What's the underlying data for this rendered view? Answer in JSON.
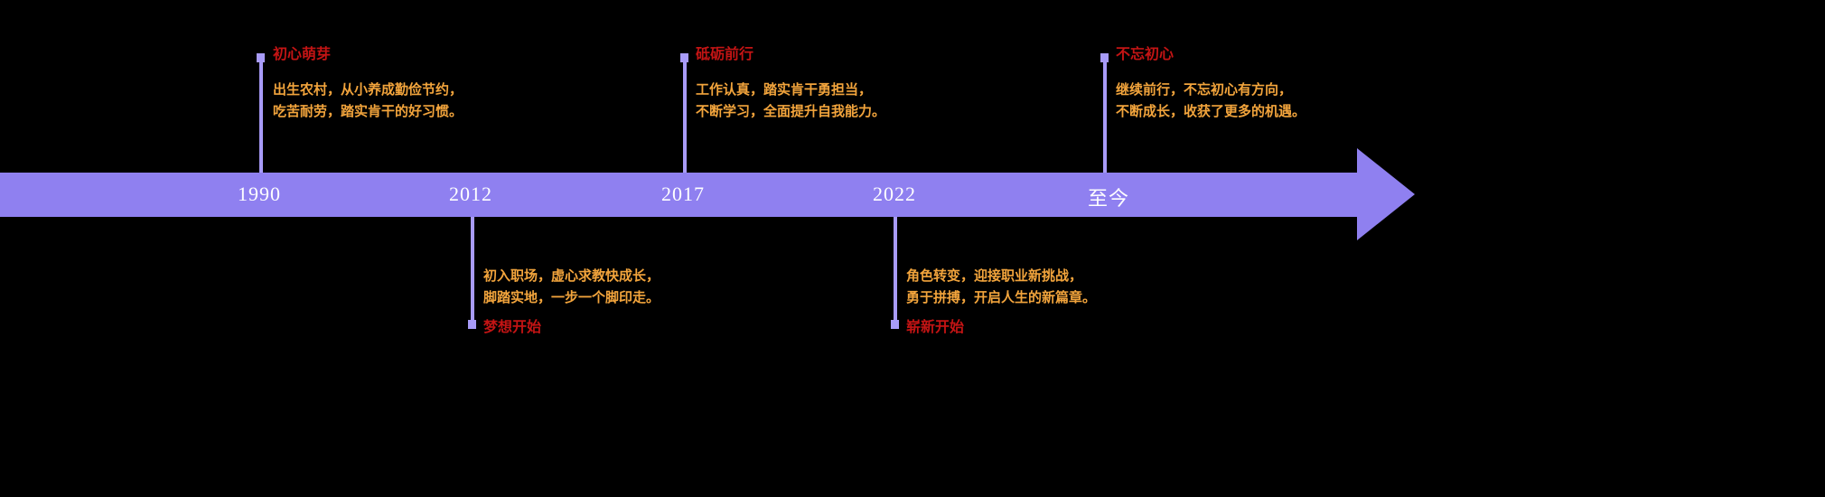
{
  "colors": {
    "background": "#000000",
    "arrow": "#8f80f0",
    "tick": "#a89bf8",
    "title": "#c31414",
    "body": "#f2a43c",
    "year_text": "#ffffff"
  },
  "timeline": {
    "years": [
      "1990",
      "2012",
      "2017",
      "2022",
      "至今"
    ],
    "events": [
      {
        "year": "1990",
        "side": "above",
        "title": "初心萌芽",
        "line1": "出生农村，从小养成勤俭节约，",
        "line2": "吃苦耐劳，踏实肯干的好习惯。"
      },
      {
        "year": "2012",
        "side": "below",
        "title": "梦想开始",
        "line1": "初入职场，虚心求教快成长，",
        "line2": "脚踏实地，一步一个脚印走。"
      },
      {
        "year": "2017",
        "side": "above",
        "title": "砥砺前行",
        "line1": "工作认真，踏实肯干勇担当，",
        "line2": "不断学习，全面提升自我能力。"
      },
      {
        "year": "2022",
        "side": "below",
        "title": "崭新开始",
        "line1": "角色转变，迎接职业新挑战，",
        "line2": "勇于拼搏，开启人生的新篇章。"
      },
      {
        "year": "至今",
        "side": "above",
        "title": "不忘初心",
        "line1": "继续前行，不忘初心有方向，",
        "line2": "不断成长，收获了更多的机遇。"
      }
    ]
  }
}
